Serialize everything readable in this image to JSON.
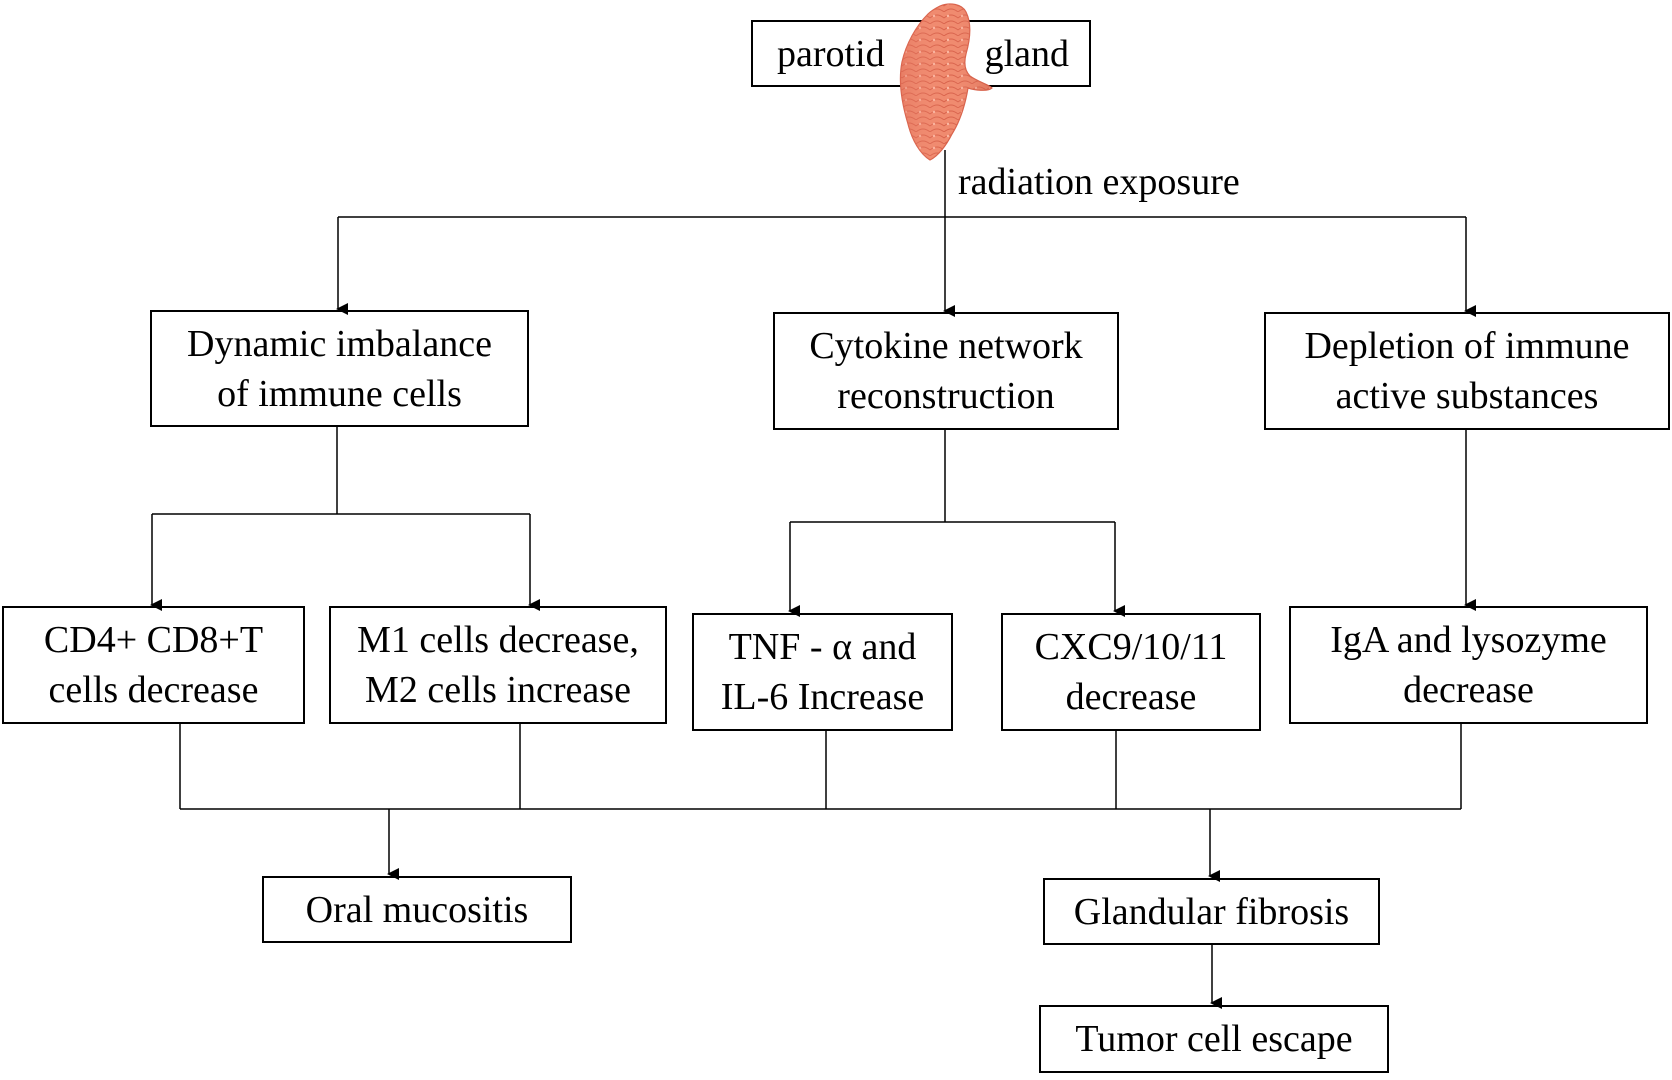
{
  "top_box": {
    "left_word": "parotid",
    "right_word": "gland"
  },
  "edge_label": "radiation exposure",
  "level1": {
    "immune_cells": "Dynamic imbalance\nof immune cells",
    "cytokine": "Cytokine network\nreconstruction",
    "depletion": "Depletion of immune\nactive substances"
  },
  "level2": {
    "cd4_cd8": "CD4+  CD8+T\ncells decrease",
    "m1_m2": "M1 cells decrease,\nM2 cells increase",
    "tnf_il6": "TNF - α and\nIL-6 Increase",
    "cxc": "CXC9/10/11\ndecrease",
    "iga": "IgA and lysozyme\ndecrease"
  },
  "outcomes": {
    "oral_mucositis": "Oral mucositis",
    "glandular_fibrosis": "Glandular fibrosis",
    "tumor_escape": "Tumor cell escape"
  },
  "colors": {
    "gland_fill": "#f08a6e",
    "gland_edge": "#d8614a",
    "line": "#000000"
  },
  "icons": {
    "gland": "parotid-gland-illustration"
  }
}
